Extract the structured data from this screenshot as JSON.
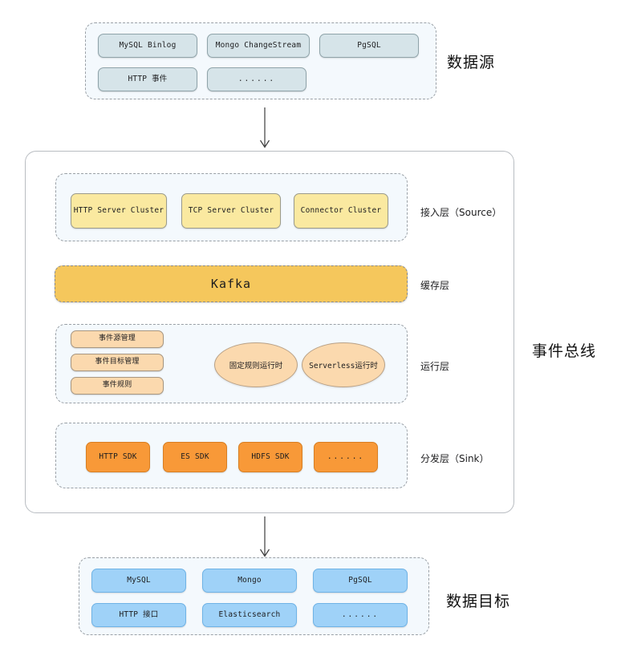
{
  "diagram": {
    "title_source": "数据源",
    "title_bus": "事件总线",
    "title_target": "数据目标"
  },
  "source_group": {
    "label": "数据源",
    "nodes": [
      {
        "name": "mysql-binlog",
        "label": "MySQL Binlog"
      },
      {
        "name": "mongo-changestream",
        "label": "Mongo ChangeStream"
      },
      {
        "name": "pgsql",
        "label": "PgSQL"
      },
      {
        "name": "http-event",
        "label": "HTTP 事件"
      },
      {
        "name": "more",
        "label": "......"
      }
    ]
  },
  "bus": {
    "label": "事件总线",
    "layers": [
      {
        "key": "access",
        "label": "接入层（Source）",
        "nodes": [
          {
            "name": "http-server-cluster",
            "label": "HTTP Server Cluster"
          },
          {
            "name": "tcp-server-cluster",
            "label": "TCP Server Cluster"
          },
          {
            "name": "connector-cluster",
            "label": "Connector Cluster"
          }
        ]
      },
      {
        "key": "cache",
        "label": "缓存层",
        "nodes": [
          {
            "name": "kafka",
            "label": "Kafka"
          }
        ]
      },
      {
        "key": "runtime",
        "label": "运行层",
        "nodes": [
          {
            "name": "event-source-management",
            "label": "事件源管理"
          },
          {
            "name": "event-target-management",
            "label": "事件目标管理"
          },
          {
            "name": "event-rule",
            "label": "事件规则"
          }
        ],
        "ellipses": [
          {
            "name": "fixed-rule-runtime",
            "label": "固定规则运行时"
          },
          {
            "name": "serverless-runtime",
            "label": "Serverless运行时"
          }
        ]
      },
      {
        "key": "sink",
        "label": "分发层（Sink）",
        "nodes": [
          {
            "name": "http-sdk",
            "label": "HTTP SDK"
          },
          {
            "name": "es-sdk",
            "label": "ES SDK"
          },
          {
            "name": "hdfs-sdk",
            "label": "HDFS SDK"
          },
          {
            "name": "more",
            "label": "......"
          }
        ]
      }
    ]
  },
  "target_group": {
    "label": "数据目标",
    "nodes": [
      {
        "name": "mysql",
        "label": "MySQL"
      },
      {
        "name": "mongo",
        "label": "Mongo"
      },
      {
        "name": "pgsql",
        "label": "PgSQL"
      },
      {
        "name": "http-interface",
        "label": "HTTP 接口"
      },
      {
        "name": "elasticsearch",
        "label": "Elasticsearch"
      },
      {
        "name": "more",
        "label": "......"
      }
    ]
  },
  "colors": {
    "source_fill": "#d6e4e9",
    "target_fill": "#9fd2f8",
    "access_fill": "#fae9a0",
    "kafka_fill": "#f5c75c",
    "runtime_fill": "#fbd9ae",
    "sink_fill": "#f89938",
    "group_fill": "#f4f9fd",
    "group_border": "#9aa0a6",
    "bus_border": "#b9bdc2",
    "arrow": "#3b3b3b"
  }
}
